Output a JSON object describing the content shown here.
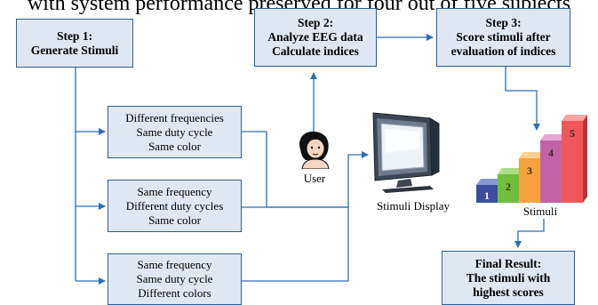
{
  "caption": "with system performance preserved for four out of five subjects",
  "steps": {
    "step1": {
      "line1": "Step 1:",
      "line2": "Generate Stimuli"
    },
    "step2": {
      "line1": "Step 2:",
      "line2": "Analyze EEG data",
      "line3": "Calculate indices"
    },
    "step3": {
      "line1": "Step 3:",
      "line2": "Score stimuli after",
      "line3": "evaluation of indices"
    }
  },
  "conditions": [
    {
      "line1": "Different frequencies",
      "line2": "Same duty cycle",
      "line3": "Same color"
    },
    {
      "line1": "Same frequency",
      "line2": "Different duty cycles",
      "line3": "Same color"
    },
    {
      "line1": "Same frequency",
      "line2": "Same duty cycle",
      "line3": "Different colors"
    }
  ],
  "user_label": "User",
  "display_label": "Stimuli Display",
  "stimuli_label": "Stimuli",
  "stimuli_blocks": [
    {
      "number": "1",
      "front": "#3d4e9e",
      "top": "#8a97d4",
      "side": "#2b3778"
    },
    {
      "number": "2",
      "front": "#6fbf3c",
      "top": "#a9df83",
      "side": "#4f8f27"
    },
    {
      "number": "3",
      "front": "#f5a23e",
      "top": "#fbcf8f",
      "side": "#c67a1e"
    },
    {
      "number": "4",
      "front": "#c263a8",
      "top": "#e7a5d6",
      "side": "#8f3f7a"
    },
    {
      "number": "5",
      "front": "#f0575a",
      "top": "#f8a3a4",
      "side": "#b83337"
    }
  ],
  "final": {
    "line1": "Final Result:",
    "line2": "The stimuli with",
    "line3": "highest scores"
  },
  "colors": {
    "box_fill": "#dfe7f3",
    "box_border": "#2e5f96",
    "arrow": "#2e6fb3"
  }
}
